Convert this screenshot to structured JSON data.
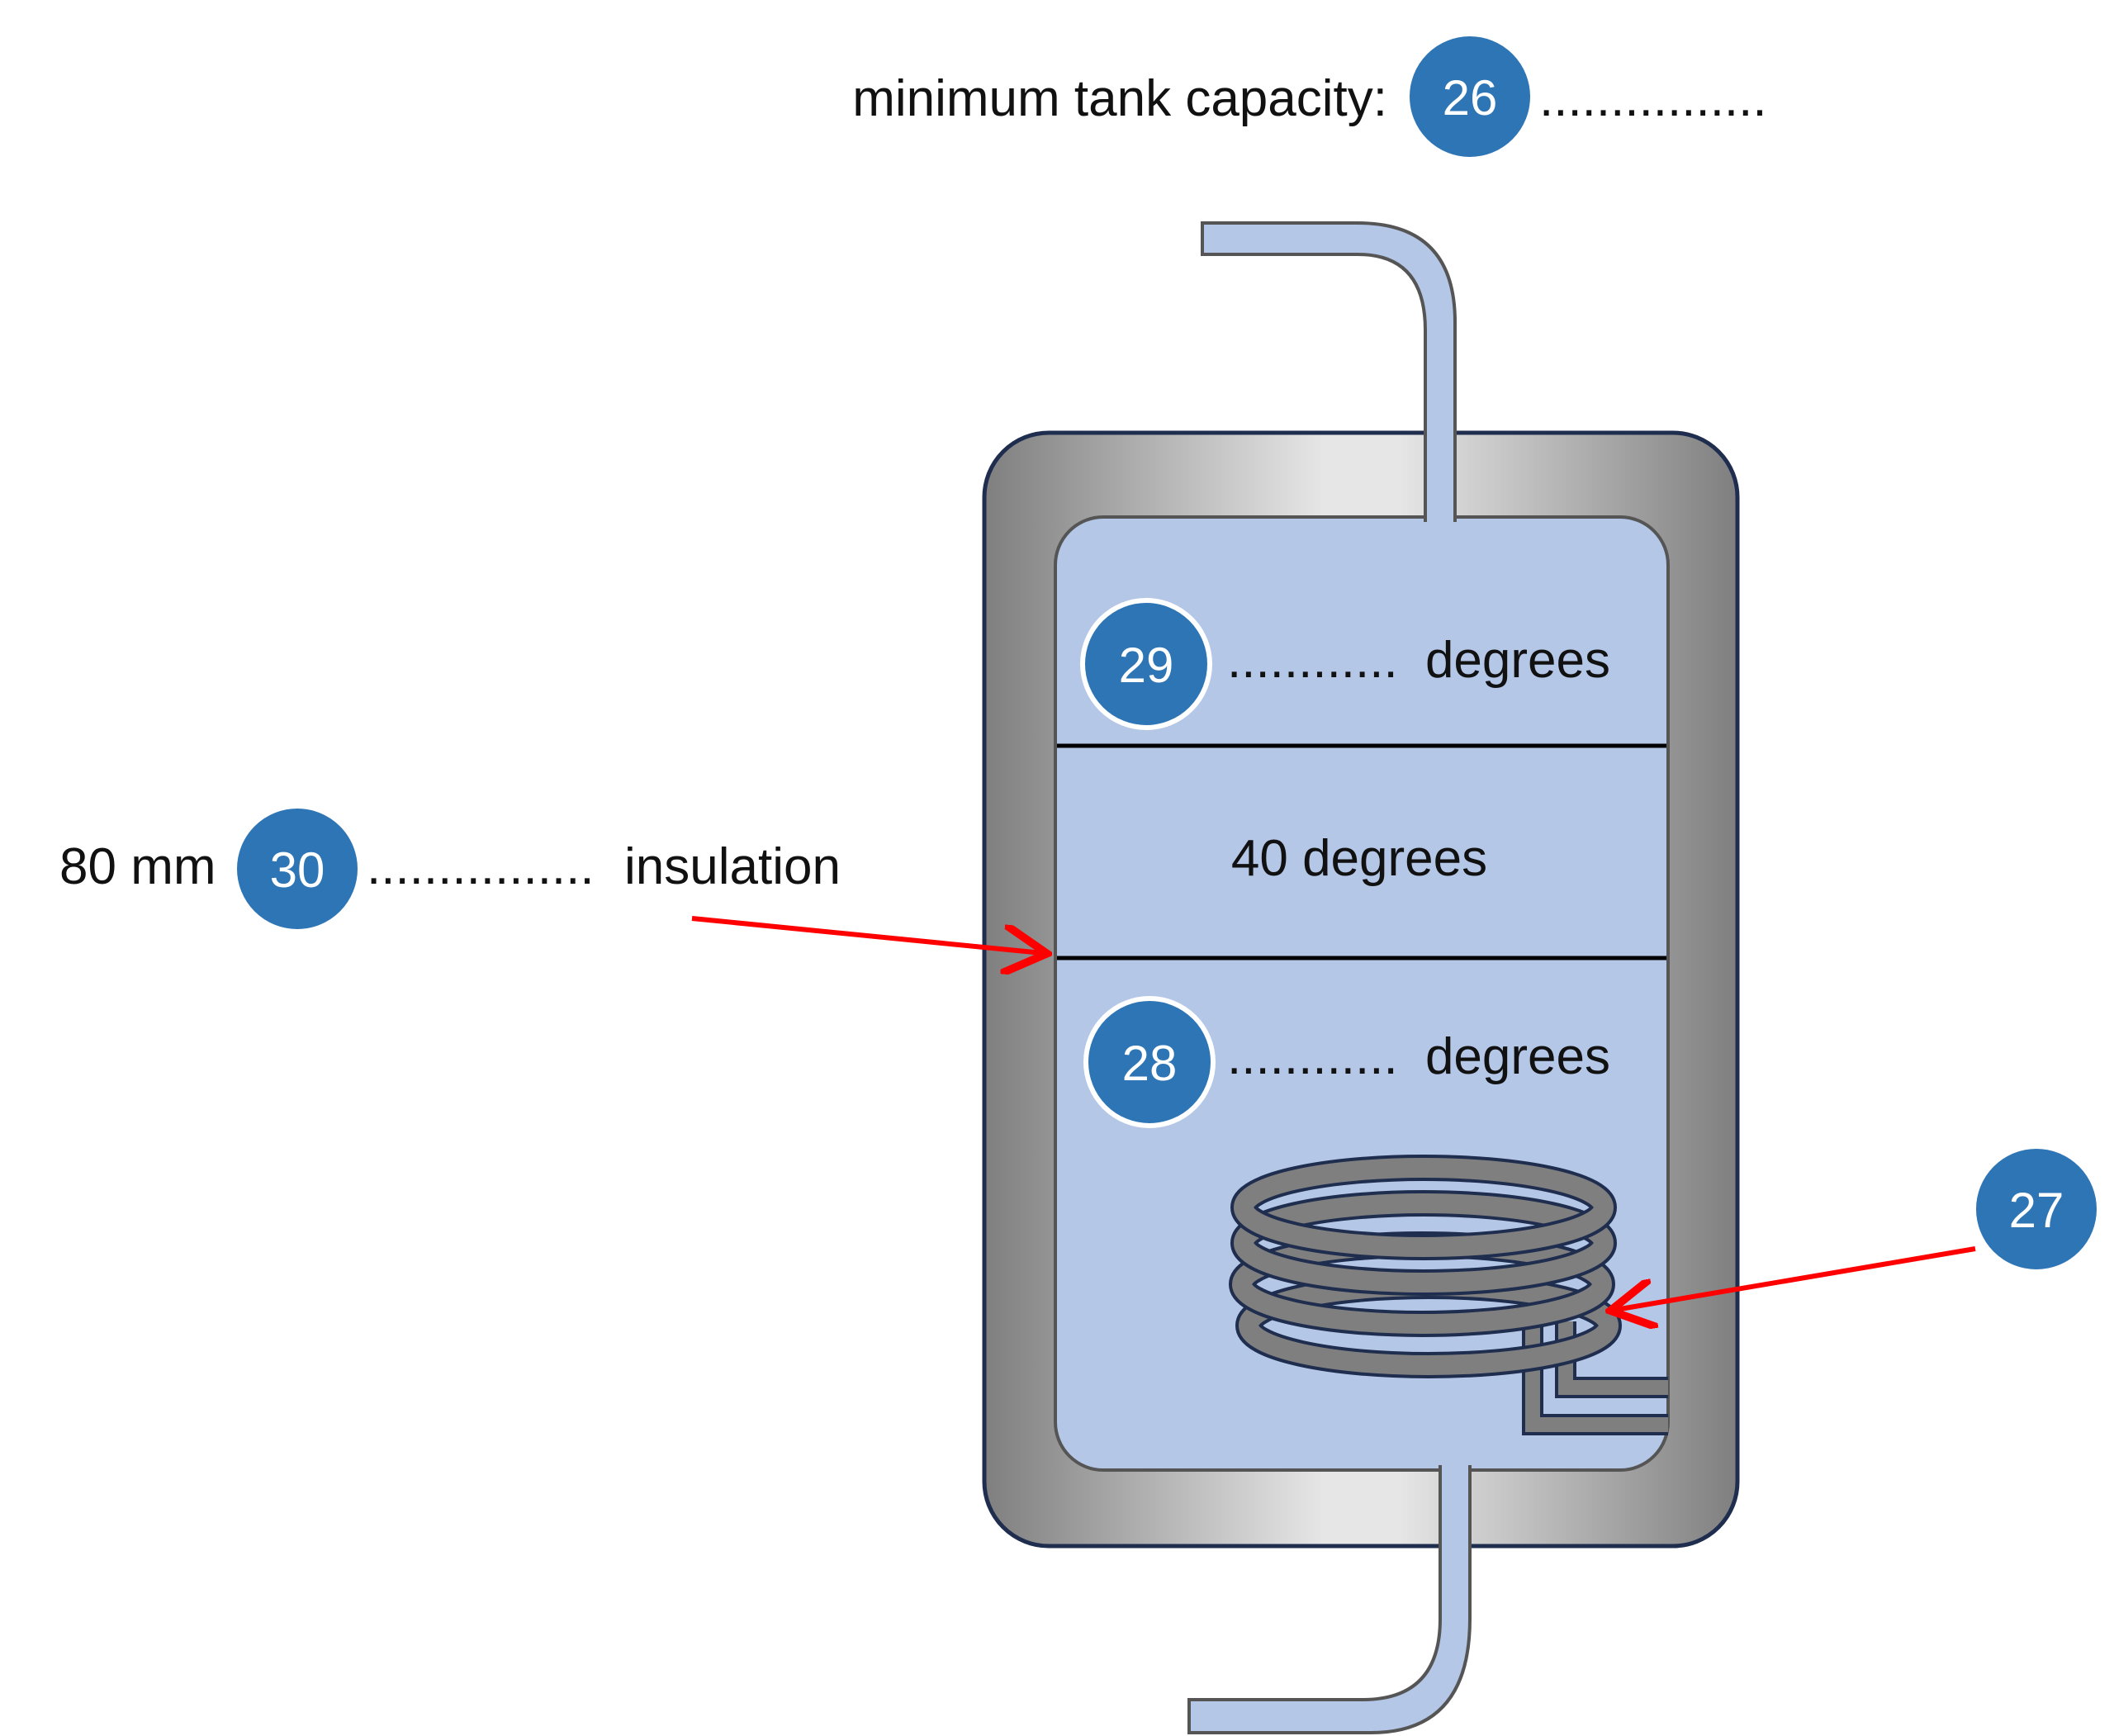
{
  "colors": {
    "water": "#b4c7e7",
    "badge": "#2e75b6",
    "arrow": "#ff0000",
    "coil": "#7f7f7f",
    "shell_dark": "#7f7f7f",
    "shell_light": "#e6e6e6",
    "outline": "#1f2d4e"
  },
  "questions": {
    "capacity": {
      "number": "26",
      "prefix": "minimum tank capacity:",
      "blank": "................"
    },
    "coil": {
      "number": "27"
    },
    "bottom_temp": {
      "number": "28",
      "blank": "............",
      "unit": "degrees"
    },
    "top_temp": {
      "number": "29",
      "blank": "............",
      "unit": "degrees"
    },
    "insulation": {
      "number": "30",
      "prefix": "80 mm",
      "blank": "................",
      "suffix": "insulation"
    }
  },
  "middle_layer": {
    "text": "40 degrees"
  },
  "icons": {
    "coil": "heating-coil-icon",
    "pipe": "pipe-icon"
  }
}
